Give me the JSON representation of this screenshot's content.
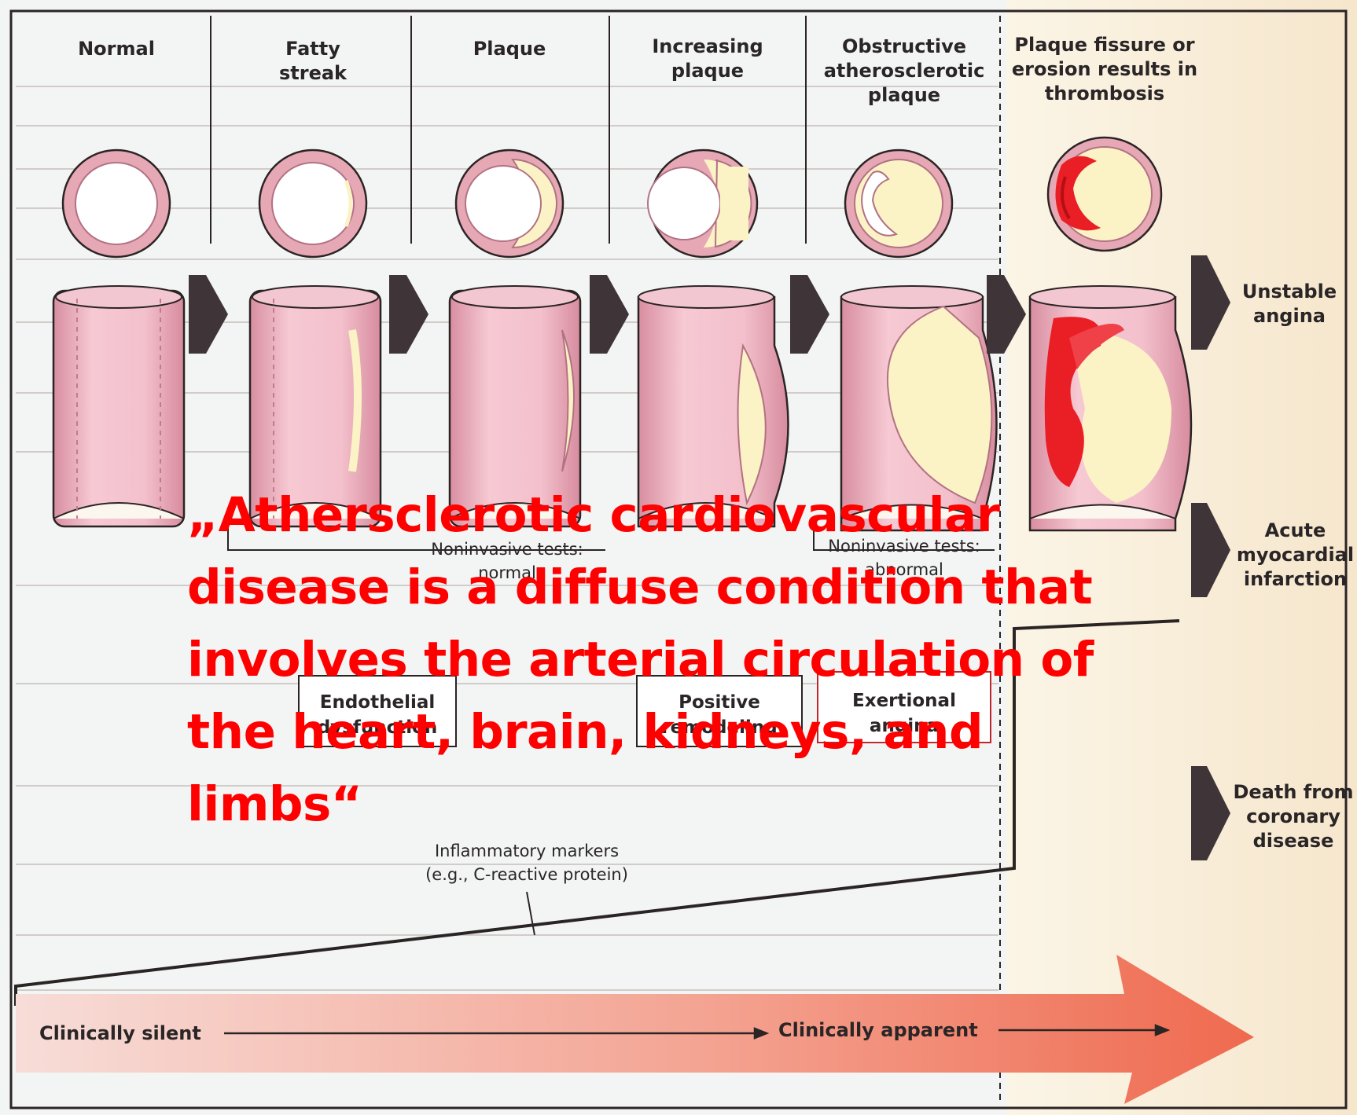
{
  "stages": [
    {
      "id": "normal",
      "title": "Normal"
    },
    {
      "id": "fatty-streak",
      "title": "Fatty\nstreak"
    },
    {
      "id": "plaque",
      "title": "Plaque"
    },
    {
      "id": "increasing-plaque",
      "title": "Increasing\nplaque"
    },
    {
      "id": "obstructive-plaque",
      "title": "Obstructive\natherosclerotic\nplaque"
    },
    {
      "id": "plaque-fissure",
      "title": "Plaque fissure or\nerosion results in\nthrombosis"
    }
  ],
  "outcomes": [
    "Unstable\nangina",
    "Acute\nmyocardial\ninfarction",
    "Death from\ncoronary\ndisease"
  ],
  "tests": {
    "normal": "Noninvasive tests:\nnormal",
    "abnormal": "Noninvasive tests:\nabnormal"
  },
  "markers": {
    "endothelial": "Endothelial\ndysfunction",
    "remodeling": "Positive\nremodeling",
    "angina": "Exertional\nangina",
    "inflammatory": "Inflammatory markers\n(e.g., C-reactive protein)"
  },
  "timeline": {
    "silent": "Clinically silent",
    "apparent": "Clinically apparent"
  },
  "quote": {
    "line1": "„Athersclerotic cardiovascular",
    "line2": "disease is a diffuse condition that",
    "line3": "involves the arterial circulation of",
    "line4": "the heart, brain, kidneys, and",
    "line5": "limbs“"
  },
  "colors": {
    "plaque": "#fbf3c6",
    "vessel": "#f1b8c4",
    "wall": "#dc97a8",
    "thrombus": "#ea1e25",
    "arrow": "#3f3437",
    "quote": "#ff0000",
    "outline": "#2b2425"
  }
}
